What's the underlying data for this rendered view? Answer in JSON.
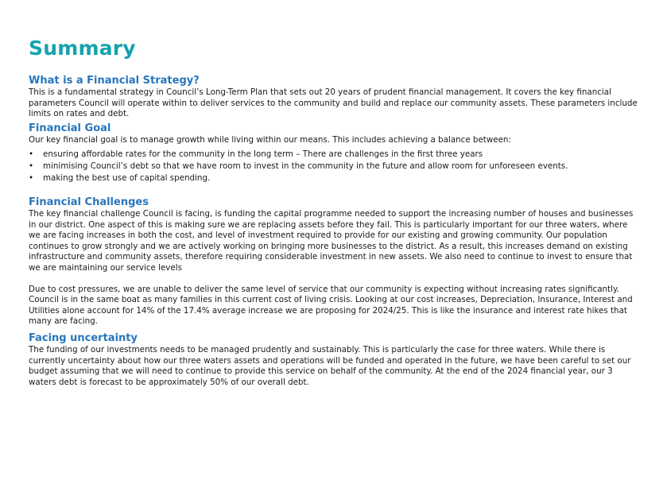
{
  "title": "Summary",
  "sections": [
    {
      "heading": "What is a Financial Strategy?",
      "paragraphs": [
        "This is a fundamental strategy in Council’s Long-Term Plan that sets out 20 years of prudent financial management. It covers the key financial parameters Council will operate within to deliver services to the community and build and replace our community assets. These parameters include limits on rates and debt."
      ]
    },
    {
      "heading": "Financial Goal",
      "paragraphs": [
        "Our key financial goal is to manage growth while living within our means. This includes achieving a balance between:"
      ],
      "bullets": [
        "ensuring affordable rates for the community in the long term – There are challenges in the first three years",
        "minimising Council’s debt so that we have room to invest in the community in the future and allow room for unforeseen events.",
        "making the best use of capital spending."
      ]
    },
    {
      "heading": "Financial Challenges",
      "paragraphs": [
        "The key financial challenge Council is facing, is funding the capital programme needed to support the increasing number of houses and businesses in our district. One aspect of this is making sure we are replacing assets before they fail. This is particularly important for our three waters, where we are facing increases in both the cost, and level of investment required to provide for our existing and growing community.  Our population continues to grow strongly and we are actively working on bringing more businesses to the district. As a result, this increases demand on existing infrastructure and community assets, therefore requiring considerable investment in new assets.  We also need to continue to invest to ensure that we are maintaining our service levels",
        "Due to cost pressures, we are unable to deliver the same level of service that our community is expecting without increasing rates significantly. Council is in the same boat as many families in this current cost of living crisis. Looking at our cost increases, Depreciation, Insurance, Interest and Utilities alone account for 14% of the 17.4% average increase we are proposing for 2024/25.  This is like the insurance and interest rate hikes that many are facing."
      ]
    },
    {
      "heading": "Facing uncertainty",
      "paragraphs": [
        "The funding of our investments needs to be managed prudently and sustainably. This is particularly the case for three waters.  While there is currently uncertainty about how our three waters assets and operations will be funded and operated in the future, we have been careful to set our budget assuming that we will need to continue to provide this service on behalf of the community. At the end of the 2024 financial year, our 3 waters debt is forecast to be approximately 50% of our overall debt."
      ]
    }
  ]
}
